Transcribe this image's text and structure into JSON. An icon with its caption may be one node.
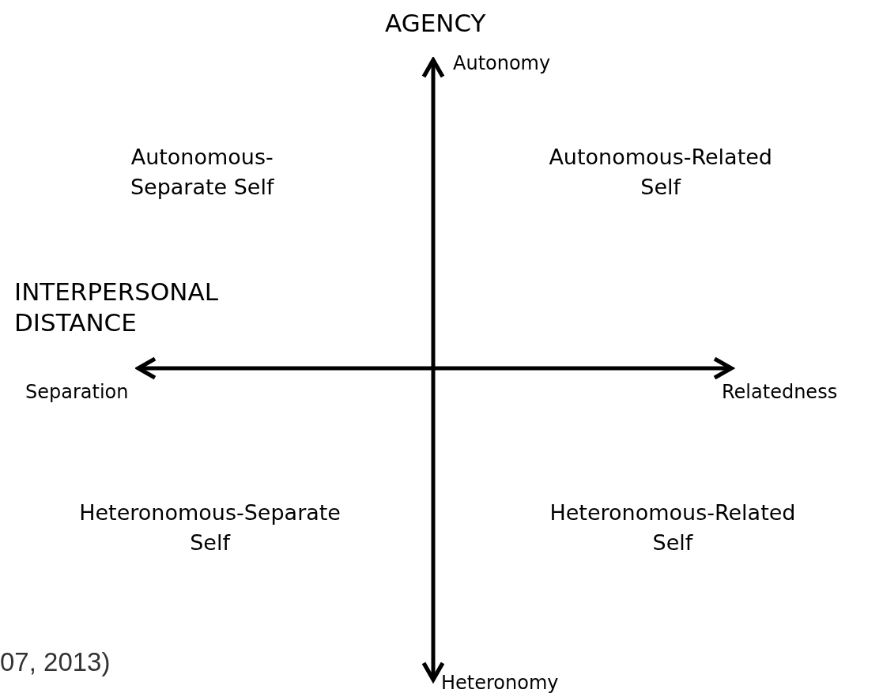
{
  "diagram": {
    "labels": [
      "AGENCY",
      "Autonomy",
      "Autonomous-Separate Self",
      "Autonomous-Related Self",
      "INTERPERSONAL DISTANCE",
      "Separation",
      "Relatedness",
      "Heteronomous-Separate Self",
      "Heteronomous-Related Self",
      "07, 2013)",
      "Heteronomy"
    ]
  }
}
